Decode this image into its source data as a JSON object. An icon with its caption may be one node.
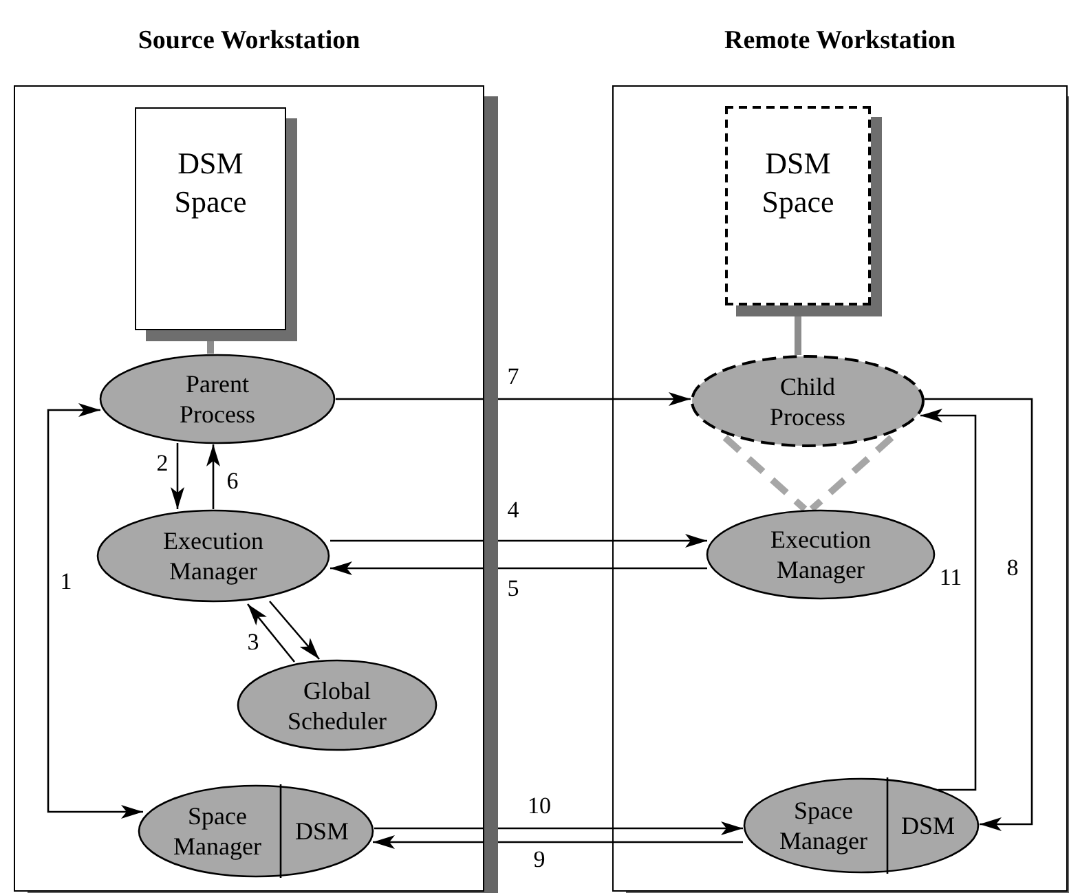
{
  "diagram": {
    "nodes": [
      {
        "text": [
          "Source Workstation"
        ]
      },
      {
        "text": [
          "DSM Space"
        ],
        "in": 0
      },
      {
        "text": [
          "Parent Process"
        ],
        "in": 0
      },
      {
        "text": [
          "Execution Manager"
        ],
        "in": 0
      },
      {
        "text": [
          "Global Scheduler"
        ],
        "in": 0
      },
      {
        "text": [
          "Space Manager",
          "DSM"
        ],
        "in": 0
      },
      {
        "text": [
          "Remote Workstation"
        ]
      },
      {
        "text": [
          "DSM Space"
        ],
        "in": 6
      },
      {
        "text": [
          "Child Process"
        ],
        "in": 6
      },
      {
        "text": [
          "Execution Manager"
        ],
        "in": 6
      },
      {
        "text": [
          "Space Manager",
          "DSM"
        ],
        "in": 6
      }
    ],
    "edges": [
      {
        "from": 1,
        "to": 2,
        "arrow": "none",
        "style": "thick",
        "color": "#8c8c8c"
      },
      {
        "from": 2,
        "to": 3,
        "arrow": "to",
        "label": "2"
      },
      {
        "from": 3,
        "to": 2,
        "arrow": "to",
        "label": "6"
      },
      {
        "from": 3,
        "to": 4,
        "arrow": "to"
      },
      {
        "from": 4,
        "to": 3,
        "arrow": "to",
        "label": "3"
      },
      {
        "from": 2,
        "to": 5,
        "arrow": "both",
        "label": "1"
      },
      {
        "from": 2,
        "to": 8,
        "arrow": "to",
        "label": "7"
      },
      {
        "from": 3,
        "to": 9,
        "arrow": "to",
        "label": "4"
      },
      {
        "from": 9,
        "to": 3,
        "arrow": "to",
        "label": "5"
      },
      {
        "from": 5,
        "to": 10,
        "arrow": "to",
        "label": "10"
      },
      {
        "from": 10,
        "to": 5,
        "arrow": "to",
        "label": "9"
      },
      {
        "from": 8,
        "to": 10,
        "arrow": "to",
        "label": "8"
      },
      {
        "from": 10,
        "to": 8,
        "arrow": "to",
        "label": "11"
      },
      {
        "from": 7,
        "to": 8,
        "arrow": "none",
        "style": "thick",
        "color": "#8c8c8c"
      },
      {
        "from": 8,
        "to": 9,
        "arrow": "none",
        "style": "dashed",
        "color": "#a6a6a6"
      },
      {
        "from": 8,
        "to": 9,
        "arrow": "none",
        "style": "dashed",
        "color": "#a6a6a6"
      }
    ]
  }
}
